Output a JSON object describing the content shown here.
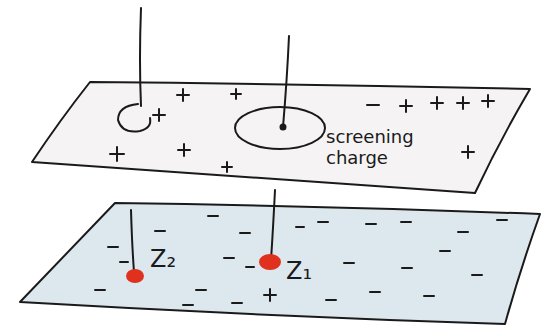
{
  "diagram": {
    "labels": [
      "screening charge",
      "Z₂",
      "Z₁"
    ]
  }
}
